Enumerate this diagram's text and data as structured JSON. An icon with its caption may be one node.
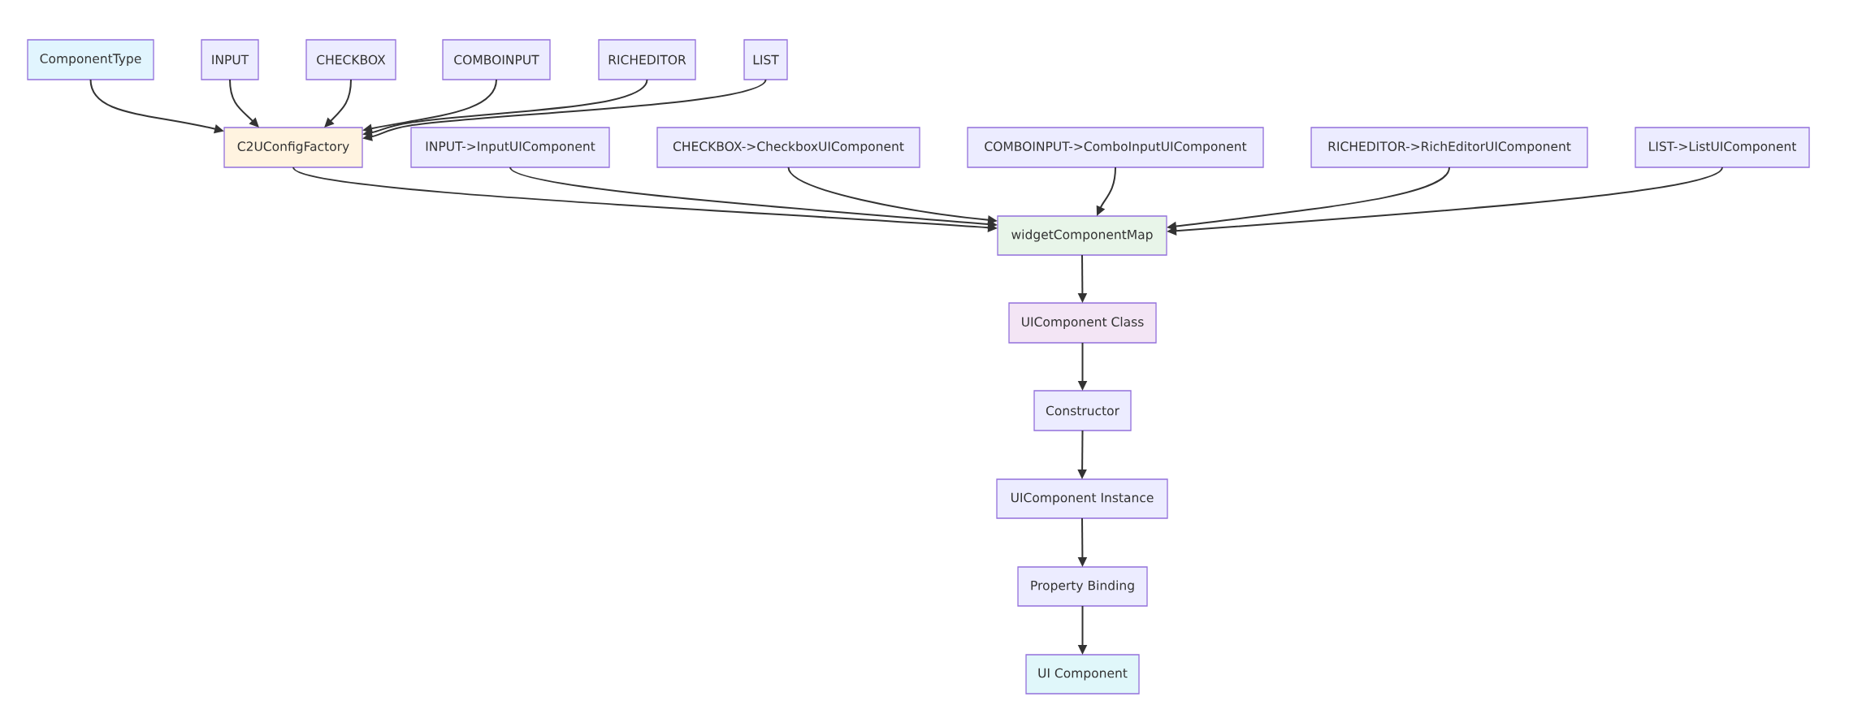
{
  "diagram": {
    "nodes": [
      {
        "text": [
          "ComponentType"
        ]
      },
      {
        "text": [
          "INPUT"
        ]
      },
      {
        "text": [
          "CHECKBOX"
        ]
      },
      {
        "text": [
          "COMBOINPUT"
        ]
      },
      {
        "text": [
          "RICHEDITOR"
        ]
      },
      {
        "text": [
          "LIST"
        ]
      },
      {
        "text": [
          "C2UConfigFactory"
        ]
      },
      {
        "text": [
          "INPUT->InputUIComponent"
        ]
      },
      {
        "text": [
          "CHECKBOX->CheckboxUIComponent"
        ]
      },
      {
        "text": [
          "COMBOINPUT->ComboInputUIComponent"
        ]
      },
      {
        "text": [
          "RICHEDITOR->RichEditorUIComponent"
        ]
      },
      {
        "text": [
          "LIST->ListUIComponent"
        ]
      },
      {
        "text": [
          "widgetComponentMap"
        ]
      },
      {
        "text": [
          "UIComponent Class"
        ]
      },
      {
        "text": [
          "Constructor"
        ]
      },
      {
        "text": [
          "UIComponent Instance"
        ]
      },
      {
        "text": [
          "Property Binding"
        ]
      },
      {
        "text": [
          "UI Component"
        ]
      }
    ],
    "edges": [
      {
        "from": 0,
        "to": 6,
        "arrow": "to"
      },
      {
        "from": 1,
        "to": 6,
        "arrow": "to"
      },
      {
        "from": 2,
        "to": 6,
        "arrow": "to"
      },
      {
        "from": 3,
        "to": 6,
        "arrow": "to"
      },
      {
        "from": 4,
        "to": 6,
        "arrow": "to"
      },
      {
        "from": 5,
        "to": 6,
        "arrow": "to"
      },
      {
        "from": 6,
        "to": 12,
        "arrow": "to"
      },
      {
        "from": 7,
        "to": 12,
        "arrow": "to"
      },
      {
        "from": 8,
        "to": 12,
        "arrow": "to"
      },
      {
        "from": 9,
        "to": 12,
        "arrow": "to"
      },
      {
        "from": 10,
        "to": 12,
        "arrow": "to"
      },
      {
        "from": 11,
        "to": 12,
        "arrow": "to"
      },
      {
        "from": 12,
        "to": 13,
        "arrow": "to"
      },
      {
        "from": 13,
        "to": 14,
        "arrow": "to"
      },
      {
        "from": 14,
        "to": 15,
        "arrow": "to"
      },
      {
        "from": 15,
        "to": 16,
        "arrow": "to"
      },
      {
        "from": 16,
        "to": 17,
        "arrow": "to"
      }
    ]
  }
}
